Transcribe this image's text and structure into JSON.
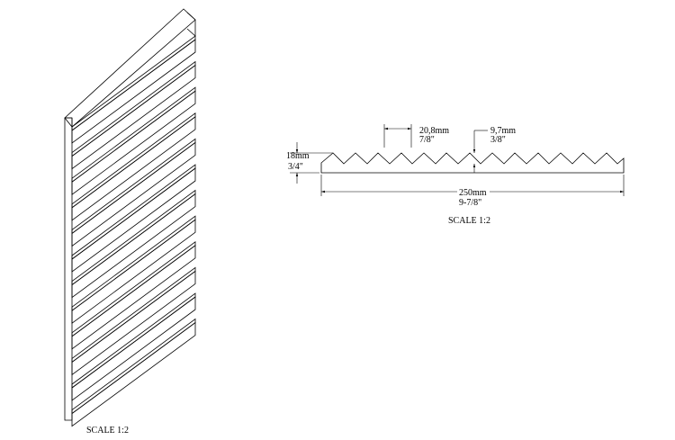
{
  "isometric_view": {
    "scale_label": "SCALE  1:2"
  },
  "profile_view": {
    "scale_label": "SCALE  1:2",
    "dim_pitch": {
      "mm": "20,8mm",
      "inch": "7/8\""
    },
    "dim_depth": {
      "mm": "9,7mm",
      "inch": "3/8\""
    },
    "dim_thickness": {
      "mm": "18mm",
      "inch": "3/4\""
    },
    "dim_width": {
      "mm": "250mm",
      "inch": "9-7/8\""
    }
  }
}
